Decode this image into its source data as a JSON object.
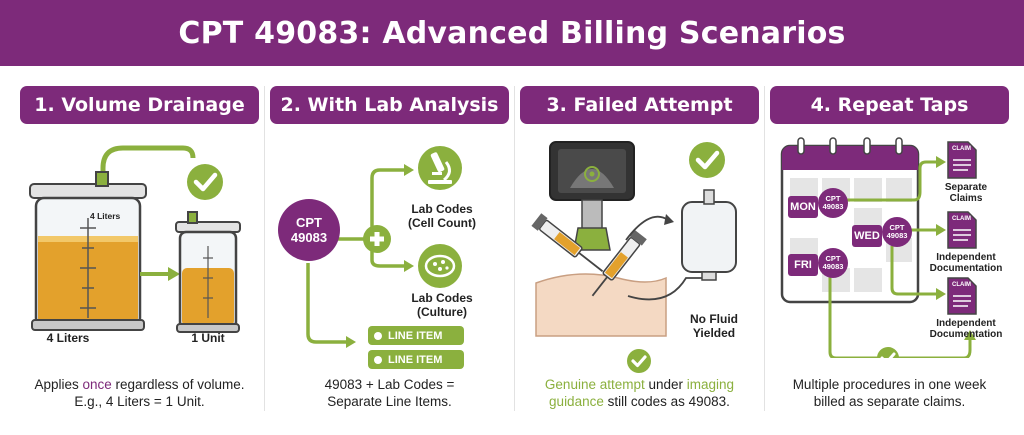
{
  "title": "CPT 49083: Advanced Billing Scenarios",
  "colors": {
    "purple": "#7d2a7a",
    "green": "#8bb03e",
    "amber": "#e3a12c"
  },
  "panels": [
    {
      "title": "1. Volume Drainage",
      "jar_scale_label": "4 Liters",
      "left_label": "4 Liters",
      "right_label": "1 Unit",
      "caption_pre": "Applies ",
      "caption_highlight": "once",
      "caption_post": " regardless of volume.",
      "caption_line2": "E.g., 4 Liters = 1 Unit.",
      "icons": [
        "jar-icon",
        "check-icon",
        "arrow-icon"
      ]
    },
    {
      "title": "2. With Lab Analysis",
      "code_badge_line1": "CPT",
      "code_badge_line2": "49083",
      "lab1_line1": "Lab Codes",
      "lab1_line2": "(Cell Count)",
      "lab2_line1": "Lab Codes",
      "lab2_line2": "(Culture)",
      "line_items": [
        "LINE ITEM",
        "LINE ITEM"
      ],
      "caption_line1": "49083 + Lab Codes =",
      "caption_line2": "Separate Line Items.",
      "icons": [
        "microscope-icon",
        "petri-dish-icon",
        "plus-icon"
      ]
    },
    {
      "title": "3. Failed Attempt",
      "result_line1": "No Fluid",
      "result_line2": "Yielded",
      "caption_hl1": "Genuine attempt",
      "caption_mid": " under ",
      "caption_hl2": "imaging",
      "caption_hl3": "guidance",
      "caption_post": " still codes as 49083.",
      "icons": [
        "ultrasound-icon",
        "syringe-icon",
        "iv-bag-icon",
        "check-icon"
      ]
    },
    {
      "title": "4. Repeat Taps",
      "days": [
        "MON",
        "WED",
        "FRI"
      ],
      "day_badge_line1": "CPT",
      "day_badge_line2": "49083",
      "claim_label": "CLAIM",
      "claim_captions": [
        {
          "line1": "Separate",
          "line2": "Claims"
        },
        {
          "line1": "Independent",
          "line2": "Documentation"
        },
        {
          "line1": "Independent",
          "line2": "Documentation"
        }
      ],
      "caption_line1": "Multiple procedures in one week",
      "caption_line2": "billed as separate claims.",
      "icons": [
        "calendar-icon",
        "claim-document-icon",
        "check-icon"
      ]
    }
  ]
}
